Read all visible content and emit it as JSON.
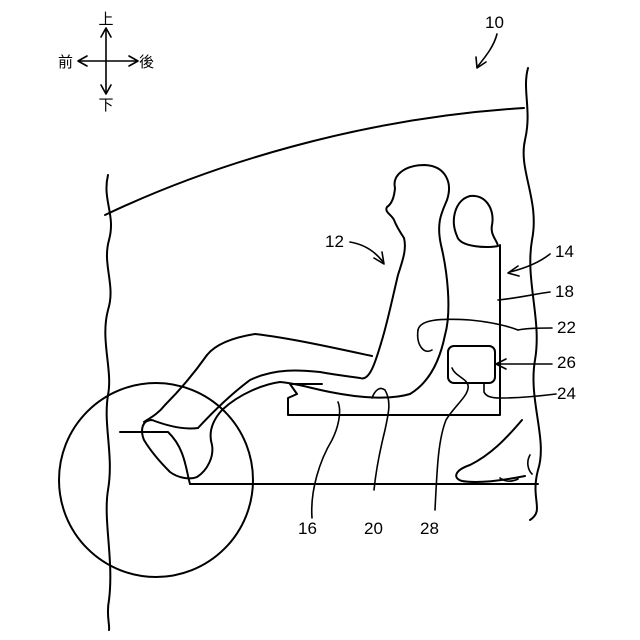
{
  "compass": {
    "up": "上",
    "down": "下",
    "front": "前",
    "rear": "後"
  },
  "labels": {
    "vehicle": "10",
    "occupant": "12",
    "seat": "14",
    "seat_cushion": "16",
    "seat_back": "18",
    "cushion_part": "20",
    "back_part": "22",
    "seat_member": "24",
    "unit": "26",
    "cable": "28"
  }
}
